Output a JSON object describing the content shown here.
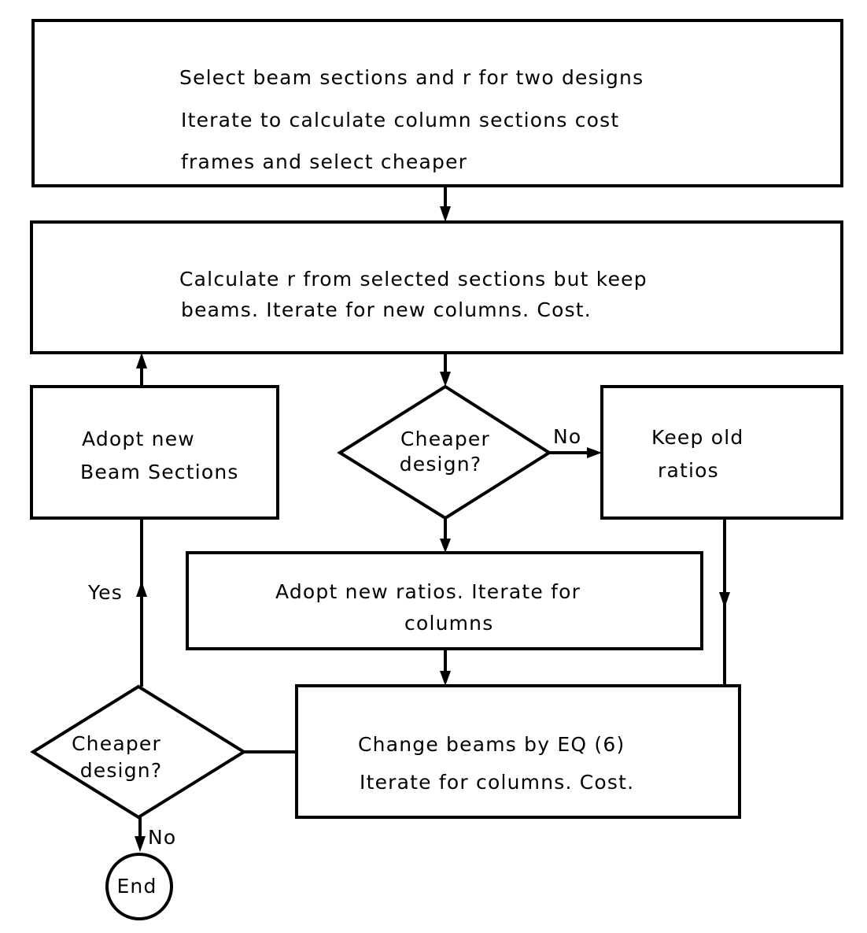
{
  "boxes": {
    "top": {
      "line1": "Select beam sections and r for two designs",
      "line2": "Iterate to calculate column sections cost",
      "line3": "frames and select cheaper"
    },
    "calc": {
      "line1": "Calculate r from selected sections but keep",
      "line2": "beams. Iterate for new columns. Cost."
    },
    "adopt_beams": {
      "line1": "Adopt new",
      "line2": "Beam Sections"
    },
    "keep_old": {
      "line1": "Keep old",
      "line2": "ratios"
    },
    "adopt_ratios": {
      "line1": "Adopt new ratios. Iterate for",
      "line2": "columns"
    },
    "change_beams": {
      "line1": "Change beams by EQ (6)",
      "line2": "Iterate for columns. Cost."
    }
  },
  "decisions": {
    "d1": {
      "line1": "Cheaper",
      "line2": "design?"
    },
    "d2": {
      "line1": "Cheaper",
      "line2": "design?"
    }
  },
  "labels": {
    "no1": "No",
    "yes": "Yes",
    "no2": "No"
  },
  "terminal": {
    "end": "End"
  }
}
